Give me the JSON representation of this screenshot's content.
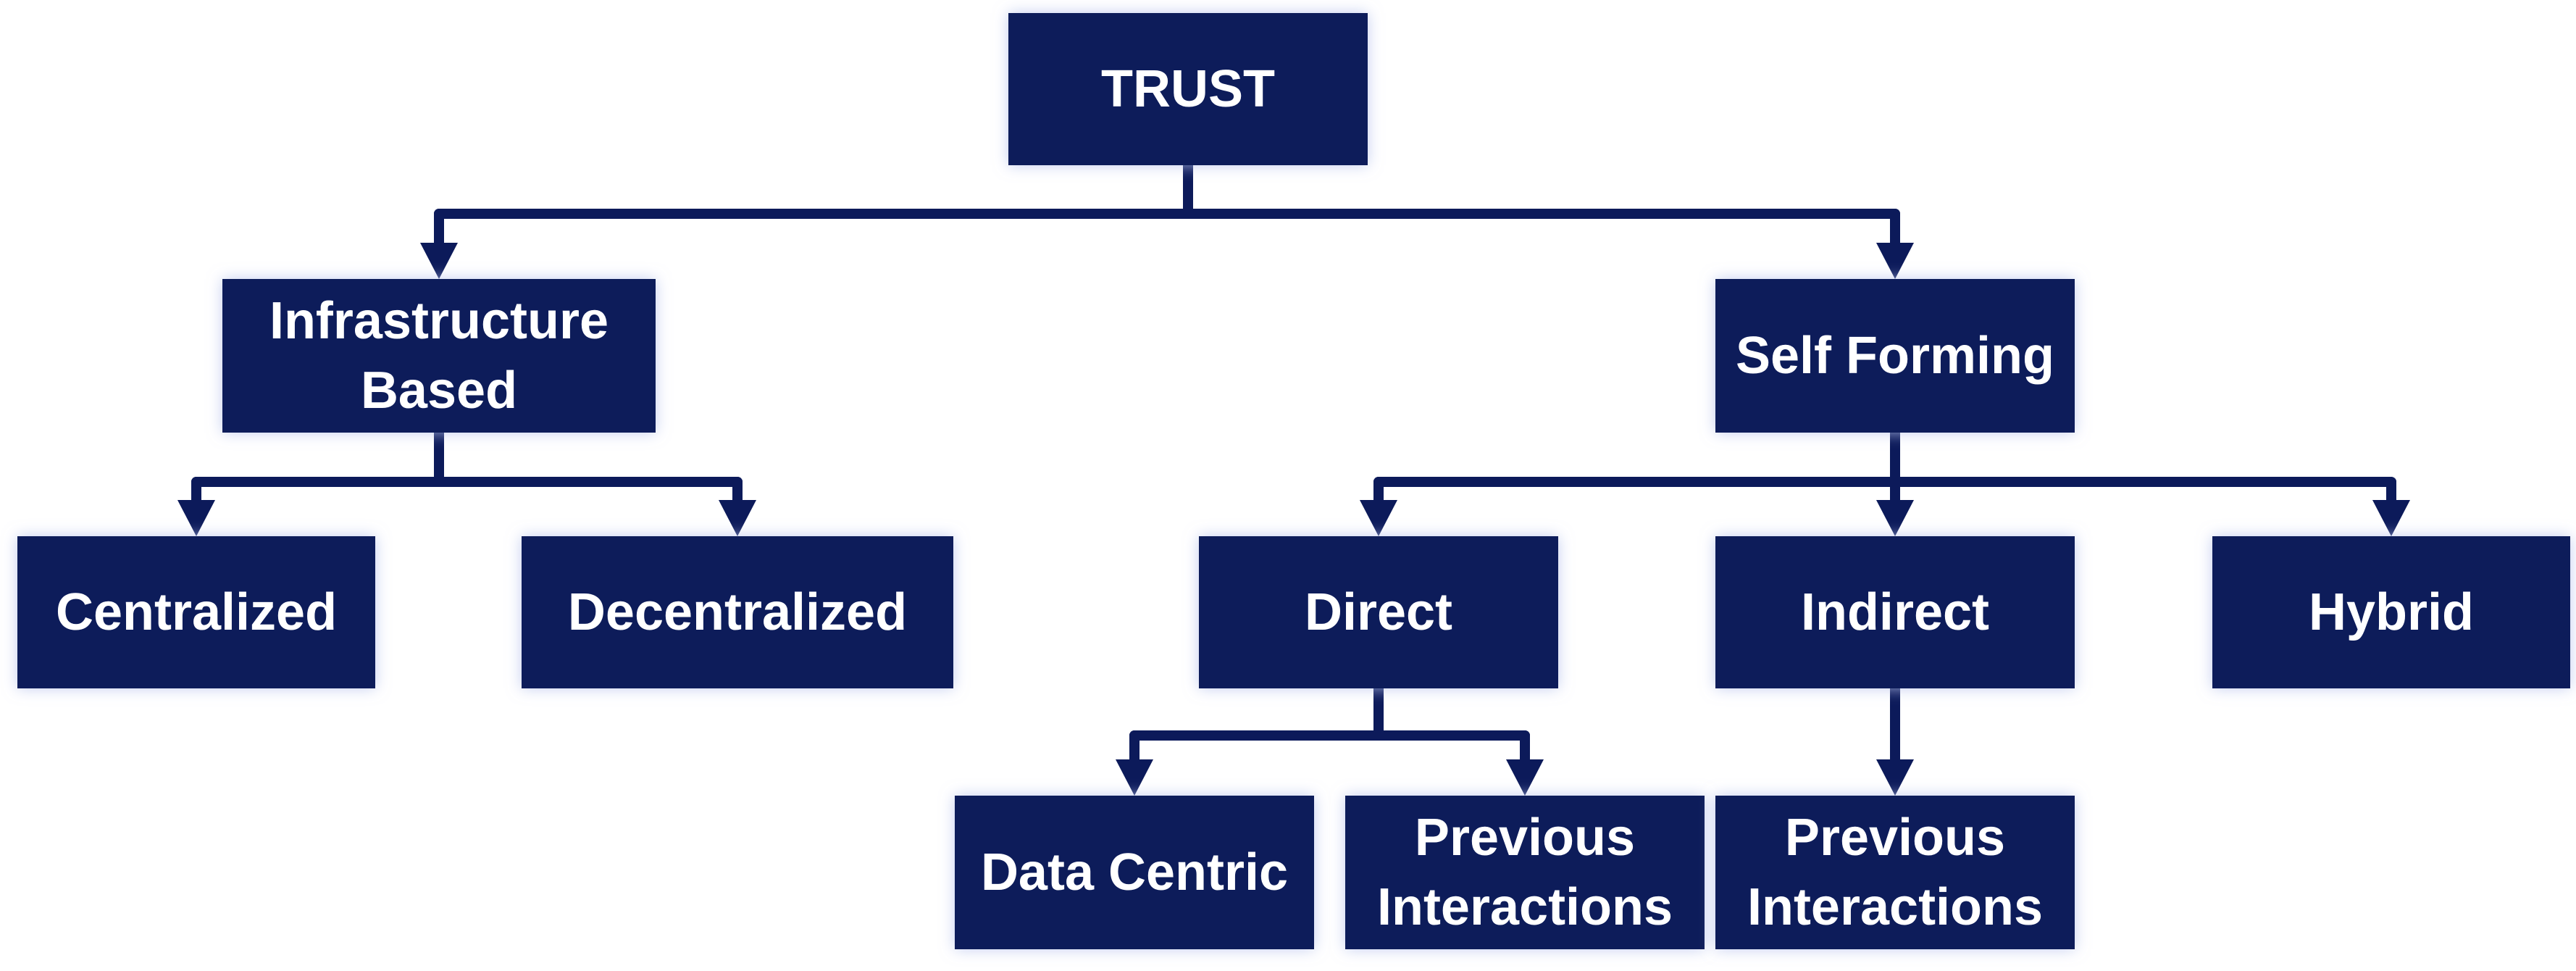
{
  "colors": {
    "box_fill": "#0c1a5a",
    "box_text": "#ffffff",
    "connector": "#0c1a5a",
    "background": "#ffffff"
  },
  "nodes": {
    "trust": {
      "lines": [
        "TRUST"
      ]
    },
    "infrastructure_based": {
      "lines": [
        "Infrastructure",
        "Based"
      ]
    },
    "self_forming": {
      "lines": [
        "Self Forming"
      ]
    },
    "centralized": {
      "lines": [
        "Centralized"
      ]
    },
    "decentralized": {
      "lines": [
        "Decentralized"
      ]
    },
    "direct": {
      "lines": [
        "Direct"
      ]
    },
    "indirect": {
      "lines": [
        "Indirect"
      ]
    },
    "hybrid": {
      "lines": [
        "Hybrid"
      ]
    },
    "data_centric": {
      "lines": [
        "Data Centric"
      ]
    },
    "direct_previous_interactions": {
      "lines": [
        "Previous",
        "Interactions"
      ]
    },
    "indirect_previous_interactions": {
      "lines": [
        "Previous",
        "Interactions"
      ]
    }
  },
  "edges": [
    {
      "from": "trust",
      "to": "infrastructure_based"
    },
    {
      "from": "trust",
      "to": "self_forming"
    },
    {
      "from": "infrastructure_based",
      "to": "centralized"
    },
    {
      "from": "infrastructure_based",
      "to": "decentralized"
    },
    {
      "from": "self_forming",
      "to": "direct"
    },
    {
      "from": "self_forming",
      "to": "indirect"
    },
    {
      "from": "self_forming",
      "to": "hybrid"
    },
    {
      "from": "direct",
      "to": "data_centric"
    },
    {
      "from": "direct",
      "to": "direct_previous_interactions"
    },
    {
      "from": "indirect",
      "to": "indirect_previous_interactions"
    }
  ]
}
